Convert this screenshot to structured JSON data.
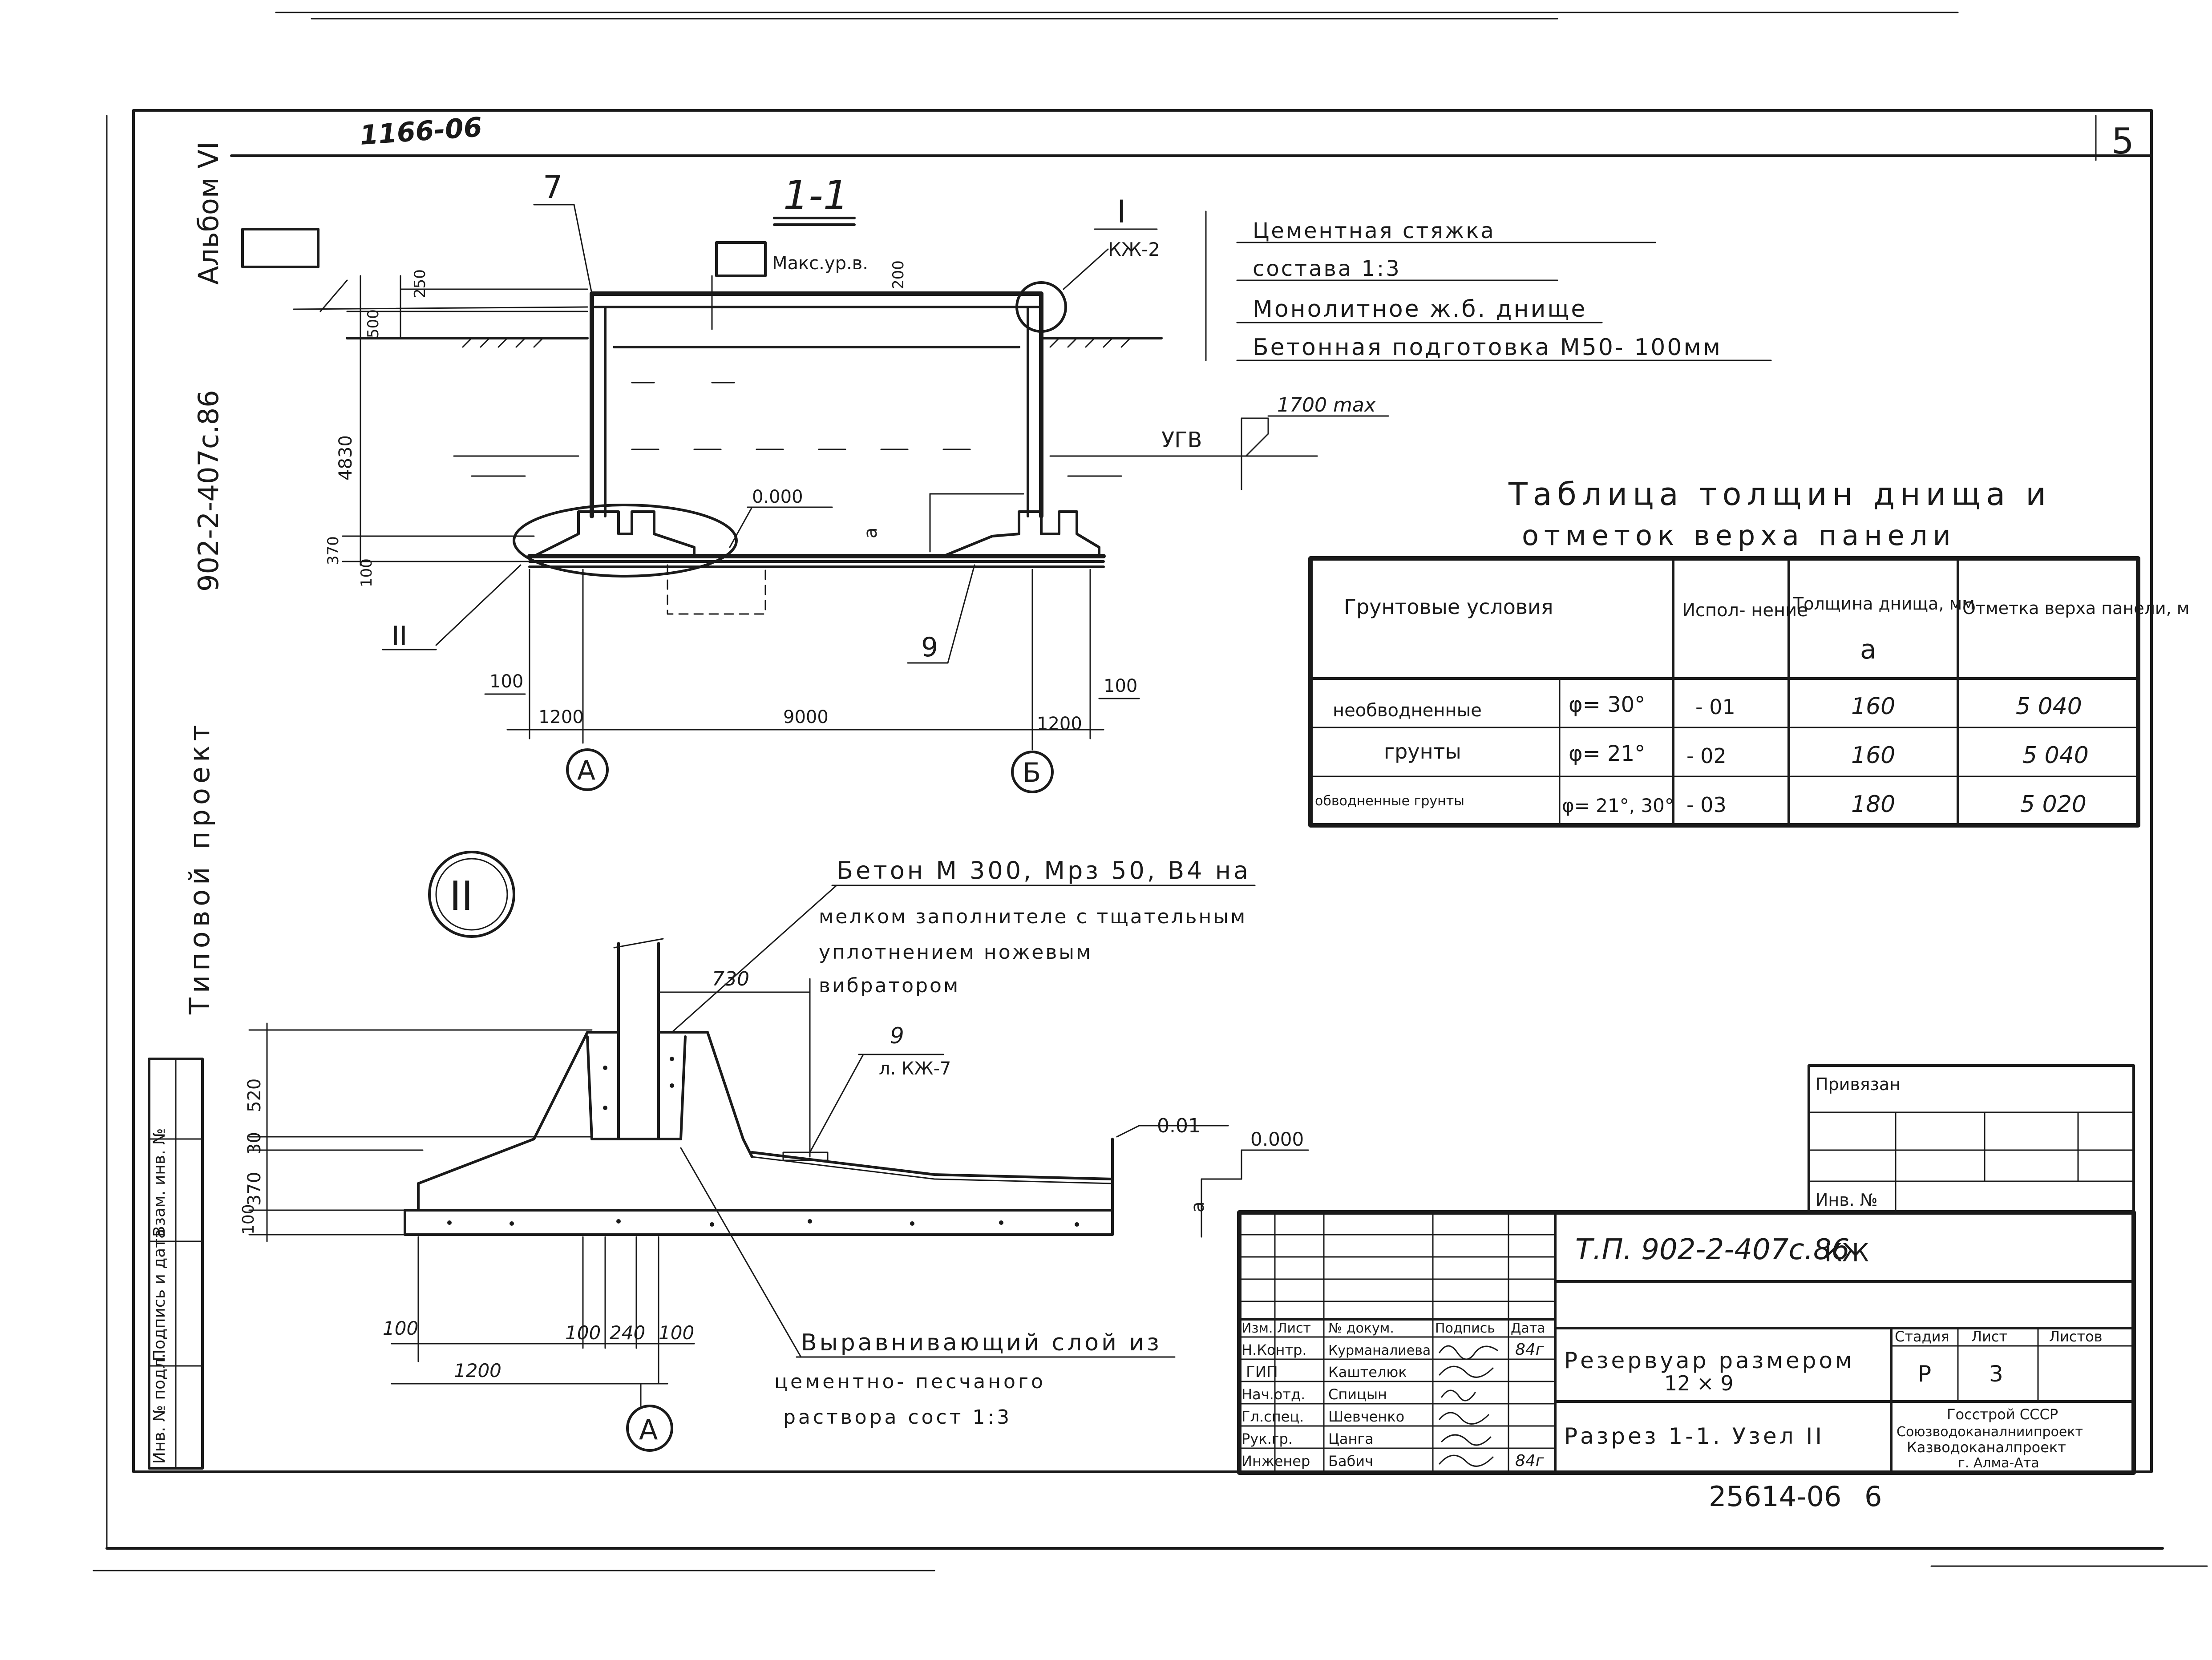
{
  "colors": {
    "ink": "#1a1a1a",
    "paper": "#ffffff"
  },
  "top_left_number": "1166-06",
  "sheet_number": "5",
  "side_labels": {
    "album": "Альбом VI",
    "project_code": "902-2-407с.86",
    "project_type": "Типовой проект"
  },
  "left_strip": {
    "c1": "Инв. № подл.",
    "c2": "Подпись и дата",
    "c3": "Взам. инв. №"
  },
  "section": {
    "title": "1-1",
    "label_7": "7",
    "label_I": "I",
    "kzh2": "КЖ-2",
    "max_level": "Макс.ур.в.",
    "dim_250": "250",
    "dim_200": "200",
    "dim_500": "500",
    "dim_4830": "4830",
    "dim_370": "370",
    "dim_100": "100",
    "mark_0000": "0.000",
    "label_a": "а",
    "label_II": "II",
    "label_9": "9",
    "ugv": "УГВ",
    "max_1700": "1700 max",
    "dim_100_l": "100",
    "dim_1200_l": "1200",
    "dim_9000": "9000",
    "dim_1200_r": "1200",
    "dim_100_r": "100",
    "axis_A": "А",
    "axis_B": "Б"
  },
  "layers": [
    "Цементная стяжка",
    "состава 1:3",
    "Монолитное ж.б. днище",
    "Бетонная подготовка М50- 100мм"
  ],
  "table": {
    "title_line1": "Таблица толщин днища и",
    "title_line2": "отметок верха панели",
    "headers": {
      "soil": "Грунтовые условия",
      "variant": "Испол- нение",
      "thickness": "Толщина днища, мм",
      "thickness_sym": "а",
      "mark": "Отметка верха панели, м"
    },
    "rows": [
      {
        "soil": "необводненные",
        "phi": "φ= 30°",
        "variant": "- 01",
        "thickness": "160",
        "mark": "5 040"
      },
      {
        "soil": "грунты",
        "phi": "φ= 21°",
        "variant": "- 02",
        "thickness": "160",
        "mark": "5 040"
      },
      {
        "soil": "обводненные грунты",
        "phi": "φ= 21°, 30°",
        "variant": "- 03",
        "thickness": "180",
        "mark": "5 020"
      }
    ]
  },
  "detail": {
    "node_label": "II",
    "concrete_note": [
      "Бетон М 300, Мрз 50, В4 на",
      "мелком заполнителе с тщательным",
      "уплотнением ножевым",
      "вибратором"
    ],
    "dim_730": "730",
    "ref_9": "9",
    "ref_sheet": "л. КЖ-7",
    "dim_520": "520",
    "dim_30": "30",
    "dim_370": "370",
    "dim_100": "100",
    "slope": "0.01",
    "mark_0000": "0.000",
    "label_a": "а",
    "dim_100a": "100",
    "dim_100b": "100",
    "dim_240": "240",
    "dim_100c": "100",
    "dim_1200": "1200",
    "axis_A": "А",
    "leveling_note": [
      "Выравнивающий слой из",
      "цементно- песчаного",
      "раствора сост 1:3"
    ]
  },
  "binding_block": {
    "title": "Привязан",
    "inv": "Инв. №"
  },
  "title_block": {
    "code": "Т.П. 902-2-407с.86",
    "mark": "КЖ",
    "col_headers": [
      "Изм.",
      "Лист",
      "№ докум.",
      "Подпись",
      "Дата"
    ],
    "staff": [
      {
        "role": "Н.Контр.",
        "name": "Курманалиева",
        "date": "84г"
      },
      {
        "role": "ГИП",
        "name": "Каштелюк",
        "date": ""
      },
      {
        "role": "Нач.отд.",
        "name": "Спицын",
        "date": ""
      },
      {
        "role": "Гл.спец.",
        "name": "Шевченко",
        "date": ""
      },
      {
        "role": "Рук.гр.",
        "name": "Цанга",
        "date": ""
      },
      {
        "role": "Инженер",
        "name": "Бабич",
        "date": "84г"
      }
    ],
    "name_line1": "Резервуар размером",
    "name_line2": "12 × 9",
    "drawing_name": "Разрез 1-1. Узел II",
    "stage_label": "Стадия",
    "sheet_label": "Лист",
    "sheets_label": "Листов",
    "stage": "Р",
    "sheet": "3",
    "sheets": "",
    "org": [
      "Госстрой СССР",
      "Союзводоканалниипроект",
      "Казводоканалпроект",
      "г. Алма-Ата"
    ]
  },
  "bottom_number": "25614-06",
  "bottom_sheet": "6"
}
